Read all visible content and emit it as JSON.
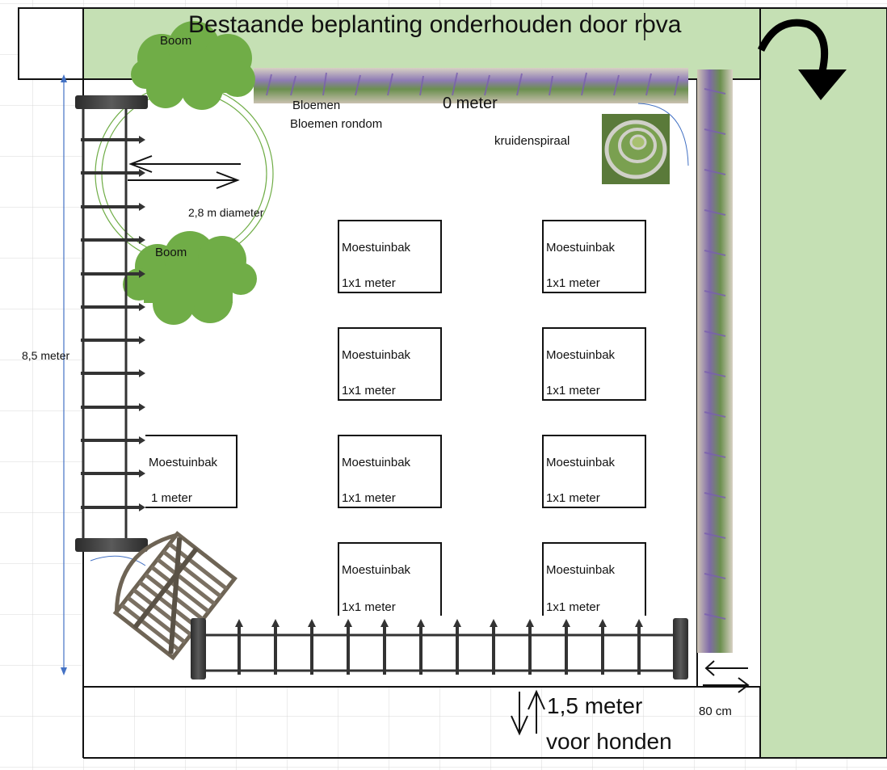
{
  "title": "Bestaande beplanting onderhouden door rova",
  "labels": {
    "tree_top": "Boom",
    "tree_bottom": "Boom",
    "flowers": "Bloemen",
    "flowers_around": "Bloemen rondom",
    "partial_meter": "0 meter",
    "herb_spiral": "kruidenspiraal",
    "diameter": "2,8 m diameter",
    "height": "8,5 meter",
    "dog_strip_line1": "1,5 meter",
    "dog_strip_line2": "voor honden",
    "side_width": "80 cm"
  },
  "beds": [
    {
      "name": "Moestuinbak",
      "size": "1x1 meter"
    },
    {
      "name": "Moestuinbak",
      "size": "1x1 meter"
    },
    {
      "name": "Moestuinbak",
      "size": "1x1 meter"
    },
    {
      "name": "Moestuinbak",
      "size": "1x1 meter"
    },
    {
      "name": "Moestuinbak",
      "size": "1 meter"
    },
    {
      "name": "Moestuinbak",
      "size": "1x1 meter"
    },
    {
      "name": "Moestuinbak",
      "size": "1x1 meter"
    },
    {
      "name": "Moestuinbak",
      "size": "1x1 meter"
    },
    {
      "name": "Moestuinbak",
      "size": "1x1 meter"
    }
  ],
  "colors": {
    "green_strip": "#c5e0b4",
    "tree": "#70ad47",
    "grid": "#d9d9d9",
    "lavender": "#8e7bb5",
    "measure_line": "#4472c4"
  }
}
